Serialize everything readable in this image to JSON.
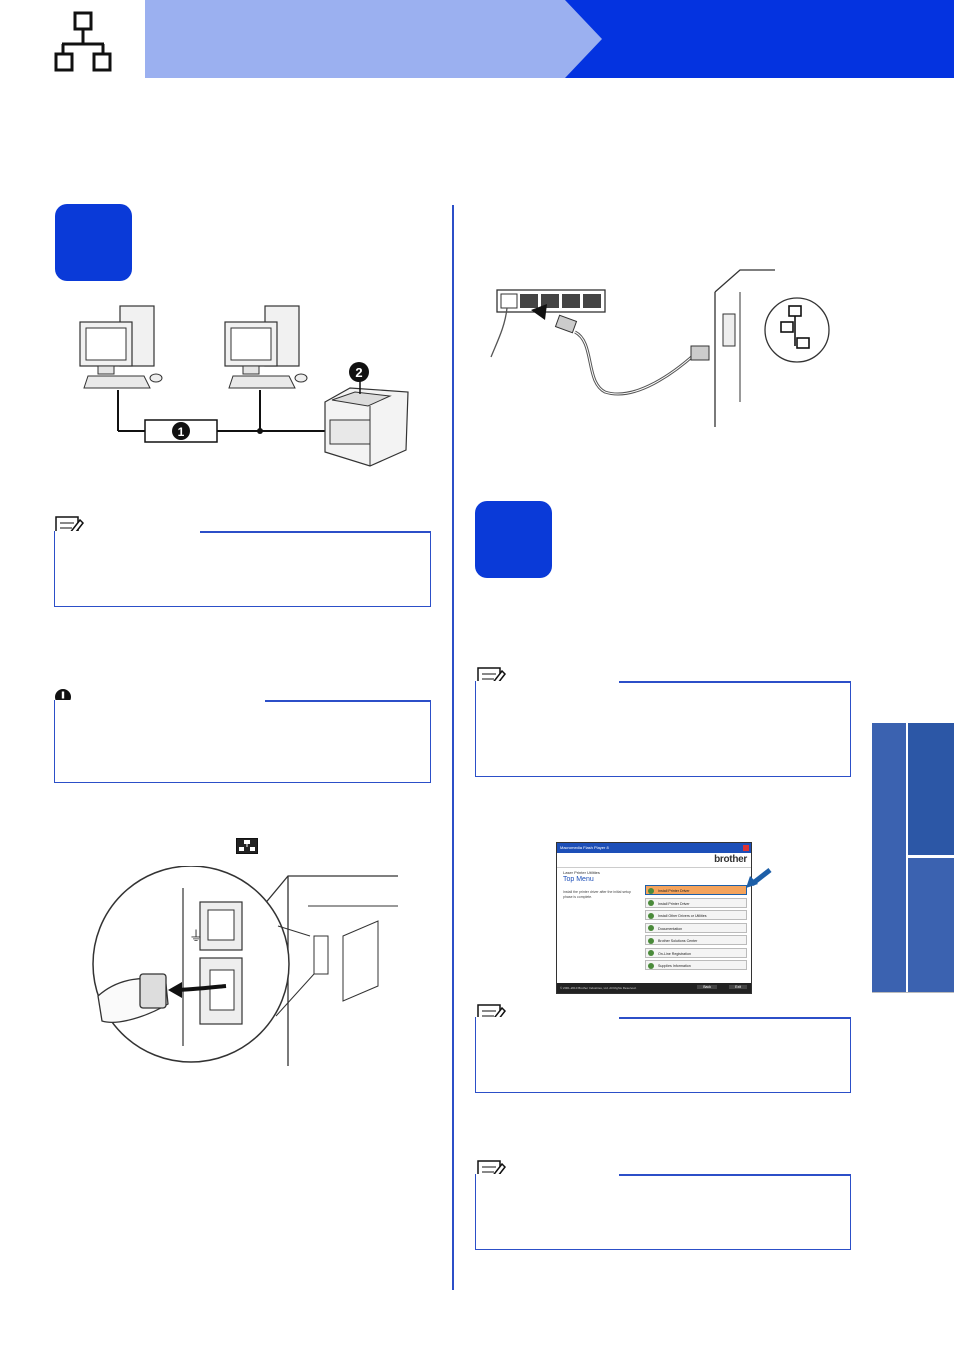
{
  "header": {
    "icon": "network-icon",
    "colors": {
      "light_band": "#9bb0f0",
      "dark_band": "#0433e0",
      "accent": "#2c4fc8"
    }
  },
  "network_diagram": {
    "callout_1": "1",
    "callout_2": "2"
  },
  "note_icon": "pencil-note-icon",
  "important_icon": "exclamation-icon",
  "screen_menu": {
    "window_title": "Macromedia Flash Player 8",
    "brand": "brother",
    "product": "Laser Printer Utilities",
    "top_menu": "Top Menu",
    "description": "Install the printer driver after the initial setup phase is complete.",
    "items": [
      "Install Printer Driver",
      "Install Printer Driver",
      "Install Other Drivers or Utilities",
      "Documentation",
      "Brother Solutions Center",
      "On-Line Registration",
      "Supplies Information"
    ],
    "back": "Back",
    "exit": "Exit",
    "copyright": "© 2001-2010 Brother Industries, Ltd. All Rights Reserved."
  }
}
